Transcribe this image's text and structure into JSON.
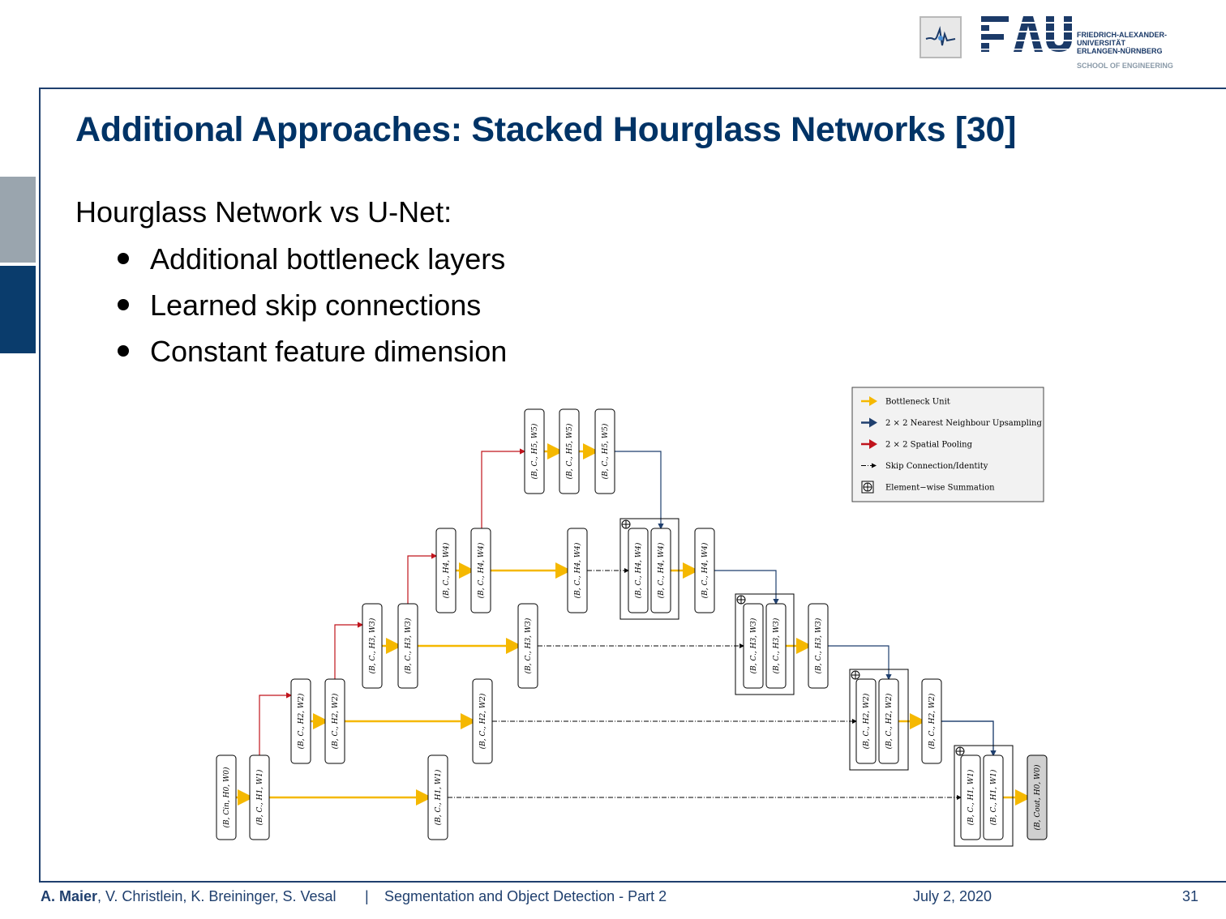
{
  "logo": {
    "icon": "fau-waveform-icon",
    "wordmark": "FAU",
    "line1": "FRIEDRICH-ALEXANDER-",
    "line2": "UNIVERSITÄT",
    "line3": "ERLANGEN-NÜRNBERG",
    "school": "SCHOOL OF ENGINEERING"
  },
  "slide": {
    "title": "Additional Approaches: Stacked Hourglass Networks [30]",
    "intro": "Hourglass Network vs U-Net:",
    "bullets": [
      "Additional bottleneck layers",
      "Learned skip connections",
      "Constant feature dimension"
    ]
  },
  "diagram": {
    "legend": [
      {
        "label": "Bottleneck Unit",
        "color": "#f5b800"
      },
      {
        "label": "2 × 2 Nearest Neighbour Upsampling",
        "color": "#1f3f6e"
      },
      {
        "label": "2 × 2 Spatial Pooling",
        "color": "#c0141c"
      },
      {
        "label": "Skip Connection/Identity",
        "color": "#000000"
      },
      {
        "label": "Element−wise Summation",
        "color": "#000000"
      }
    ],
    "labels": {
      "in": "(B, Cin, H0, W0)",
      "out": "(B, Cout, H0, W0)",
      "l1": "(B, C., H1, W1)",
      "l2": "(B, C., H2, W2)",
      "l3": "(B, C., H3, W3)",
      "l4": "(B, C., H4, W4)",
      "l5": "(B, C., H5, W5)"
    },
    "colors": {
      "bottleneck": "#f5b800",
      "upsample": "#1f3f6e",
      "pool": "#c0141c",
      "skip": "#000000"
    }
  },
  "footer": {
    "authors_bold": "A. Maier",
    "authors_rest": ", V. Christlein, K. Breininger, S. Vesal",
    "separator": "|",
    "course": "Segmentation and Object Detection - Part 2",
    "date": "July 2, 2020",
    "page": "31"
  }
}
